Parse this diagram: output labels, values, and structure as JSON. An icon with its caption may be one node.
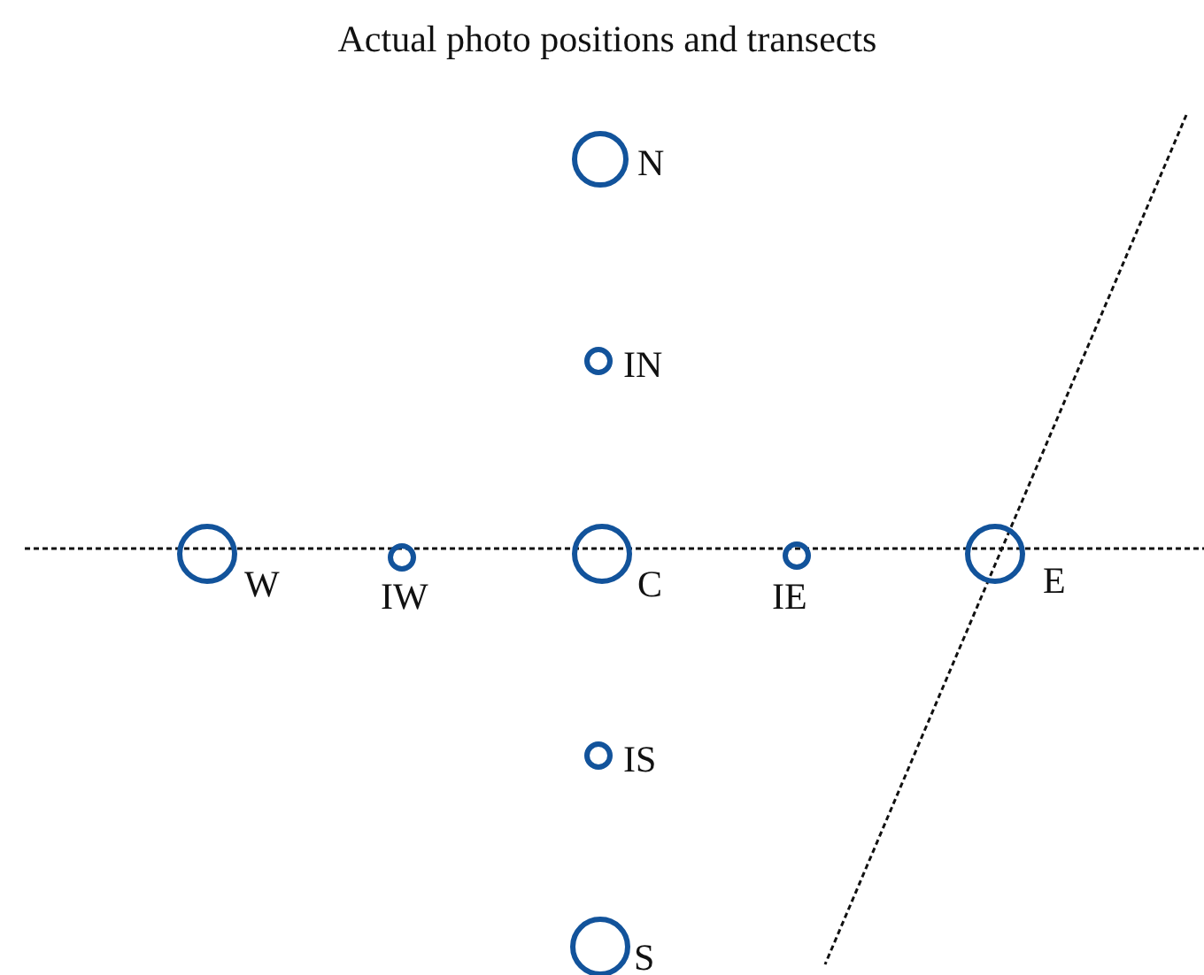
{
  "diagram": {
    "title": "Actual photo positions and transects",
    "nodes": [
      {
        "text": [
          "N"
        ]
      },
      {
        "text": [
          "IN"
        ]
      },
      {
        "text": [
          "W"
        ]
      },
      {
        "text": [
          "IW"
        ]
      },
      {
        "text": [
          "C"
        ]
      },
      {
        "text": [
          "IE"
        ]
      },
      {
        "text": [
          "E"
        ]
      },
      {
        "text": [
          "IS"
        ]
      },
      {
        "text": [
          "S"
        ]
      }
    ]
  }
}
